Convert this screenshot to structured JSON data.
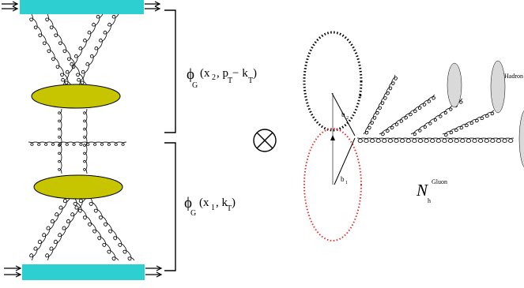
{
  "colors": {
    "proton_bar": "#2ecfd0",
    "blob": "#c6c500",
    "blob_stroke": "#000000",
    "hadron": "#d9d9d9",
    "upper_circle": "#000000",
    "lower_circle": "#e8302c",
    "line": "#000000"
  },
  "left": {
    "upper_label": {
      "phi": "ϕ",
      "sub_G": "G",
      "args": "(x",
      "x_sub": "2",
      "comma": ", p",
      "p_sub": "T",
      "minus": " − k",
      "k_sub": "T",
      "close": ")"
    },
    "lower_label": {
      "phi": "ϕ",
      "sub_G": "G",
      "args": "(x",
      "x_sub": "1",
      "comma": ", k",
      "k_sub": "T",
      "close": ")"
    }
  },
  "operator_symbol": "⊗",
  "right": {
    "b2_label": "b",
    "b2_sub": "2",
    "b1_label": "b",
    "b1_sub": "1",
    "hadron_label": "Hadron",
    "N": "N",
    "N_sub": "h",
    "N_sup": "Gluon"
  }
}
